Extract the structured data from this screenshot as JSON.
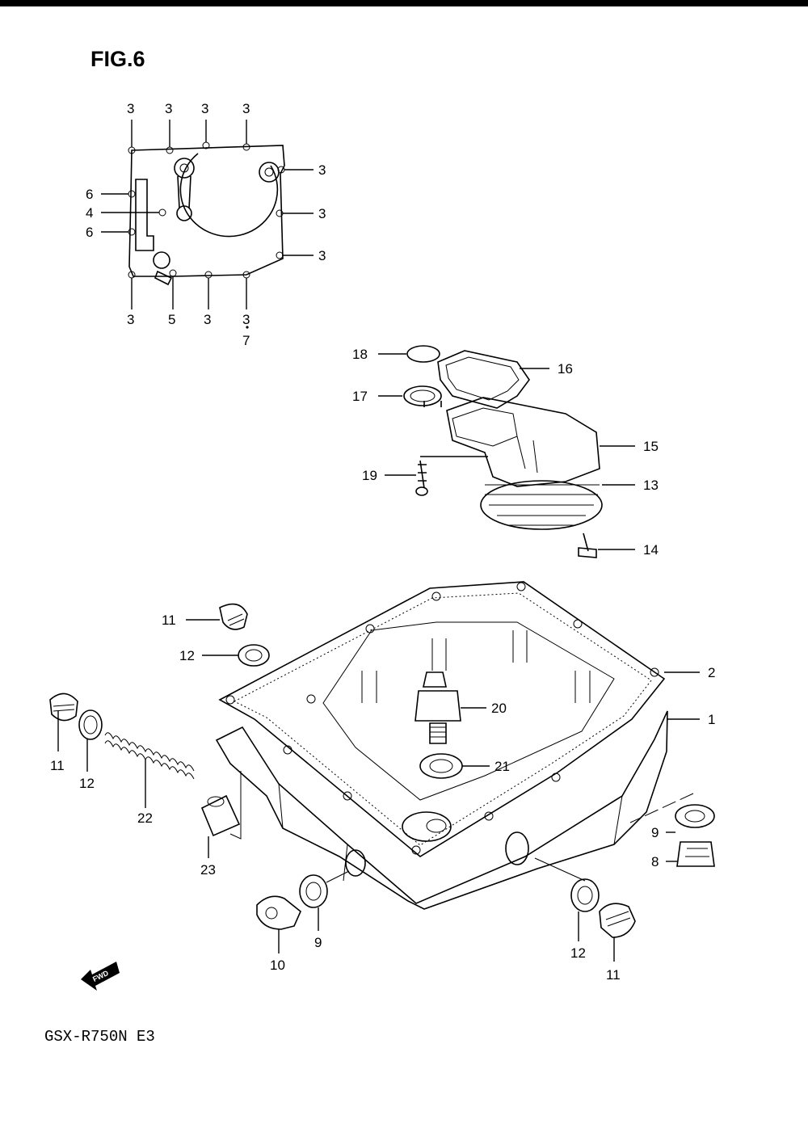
{
  "figure": {
    "title": "FIG.6",
    "model": "GSX-R750N  E3"
  },
  "fwd_badge": "FWD",
  "callouts": {
    "cover_top": [
      "3",
      "3",
      "3",
      "3"
    ],
    "cover_right": [
      "3",
      "3",
      "3"
    ],
    "cover_left": [
      "6",
      "4",
      "6"
    ],
    "cover_bottom": [
      "3",
      "5",
      "3",
      "3",
      "7"
    ],
    "filter": [
      "18",
      "16",
      "17",
      "15",
      "19",
      "13",
      "14"
    ],
    "pan_upper": [
      "11",
      "12",
      "2",
      "20",
      "1",
      "21"
    ],
    "pan_left": [
      "11",
      "12",
      "22",
      "23"
    ],
    "pan_right": [
      "9",
      "8"
    ],
    "pan_bottom": [
      "10",
      "9",
      "12",
      "11"
    ]
  }
}
